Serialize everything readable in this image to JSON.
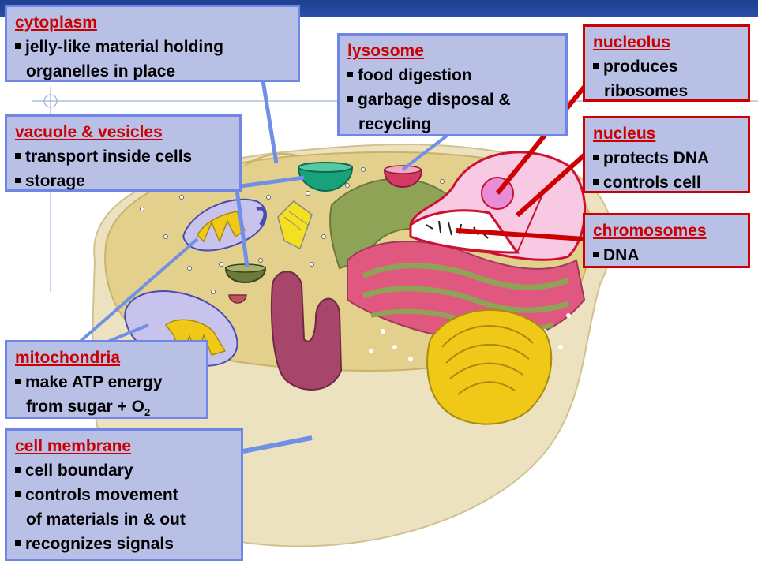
{
  "labels": {
    "cytoplasm": {
      "title": "cytoplasm",
      "items": [
        "jelly-like material holding",
        "organelles in place"
      ]
    },
    "lysosome": {
      "title": "lysosome",
      "items": [
        "food digestion",
        "garbage disposal &",
        "recycling"
      ]
    },
    "nucleolus": {
      "title": "nucleolus",
      "items": [
        "produces",
        "ribosomes"
      ]
    },
    "vacuole": {
      "title": "vacuole & vesicles",
      "items": [
        "transport inside cells",
        "storage"
      ]
    },
    "nucleus": {
      "title": "nucleus",
      "items": [
        "protects DNA",
        "controls cell"
      ]
    },
    "chromosomes": {
      "title": "chromosomes",
      "items": [
        "DNA"
      ]
    },
    "mitochondria": {
      "title": "mitochondria",
      "items": [
        "make ATP energy",
        "from sugar + O",
        "2"
      ]
    },
    "membrane": {
      "title": "cell membrane",
      "items": [
        "cell boundary",
        "controls movement",
        "of materials in & out",
        "recognizes signals"
      ]
    }
  },
  "colors": {
    "label_border_blue": "#6f86e6",
    "label_border_red": "#cc0000",
    "label_fill": "#b9c0e6",
    "title_text": "#cc0000",
    "cytoplasm_fill": "#e2d08c",
    "membrane_fill": "#ede2c0",
    "er_rough": "#e0587f",
    "golgi": "#f0c818",
    "nucleus": "#f7c9e2"
  }
}
